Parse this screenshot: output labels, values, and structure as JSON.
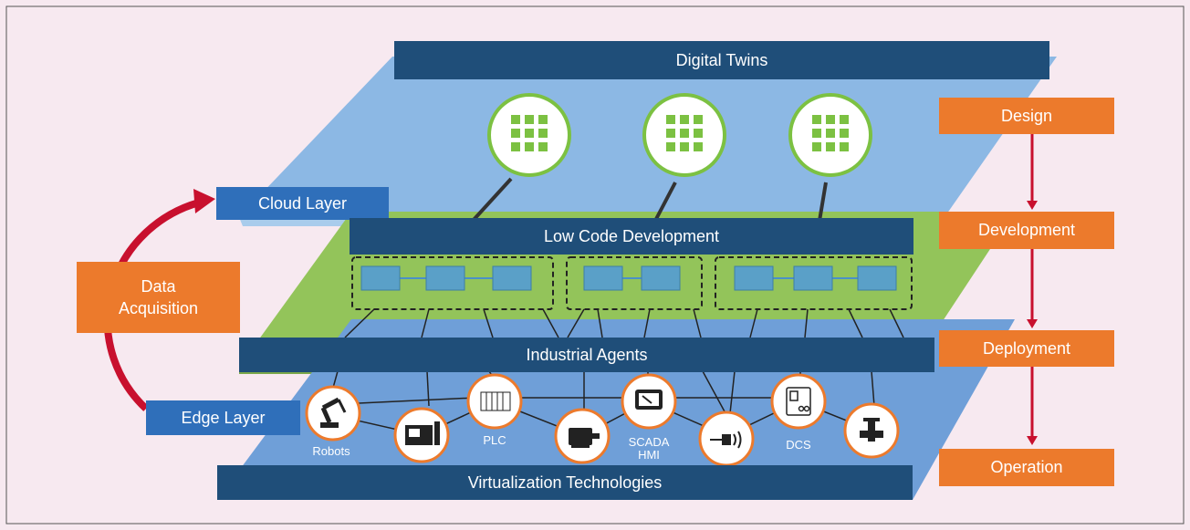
{
  "layers": {
    "digital_twins": "Digital Twins",
    "cloud_layer": "Cloud Layer",
    "low_code": "Low Code Development",
    "industrial_agents": "Industrial Agents",
    "edge_layer": "Edge Layer",
    "virtualization": "Virtualization Technologies"
  },
  "cycle": {
    "data_acquisition": "Data\nAcquisition"
  },
  "lifecycle": [
    "Design",
    "Development",
    "Deployment",
    "Operation"
  ],
  "devices": [
    {
      "label": "Robots",
      "icon": "robot-arm-icon"
    },
    {
      "label": "",
      "icon": "cnc-machine-icon"
    },
    {
      "label": "PLC",
      "icon": "plc-icon"
    },
    {
      "label": "",
      "icon": "motor-icon"
    },
    {
      "label": "SCADA\nHMI",
      "icon": "hmi-screen-icon"
    },
    {
      "label": "",
      "icon": "sensor-icon"
    },
    {
      "label": "DCS",
      "icon": "dcs-controller-icon"
    },
    {
      "label": "",
      "icon": "valve-icon"
    }
  ],
  "colors": {
    "navy": "#1f4e79",
    "cloud_plane": "#8cb8e4",
    "green_plane": "#93c45a",
    "edge_plane": "#6f9fd8",
    "orange": "#ec7a2c",
    "twin_green": "#7cc142",
    "red_arrow": "#c8102e"
  }
}
